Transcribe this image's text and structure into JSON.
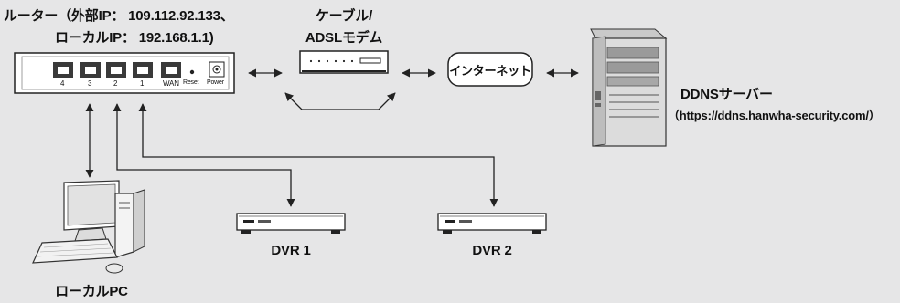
{
  "router": {
    "line1": "ルーター（外部IP： 109.112.92.133、",
    "line2": "ローカルIP： 192.168.1.1)",
    "ports": [
      "4",
      "3",
      "2",
      "1",
      "WAN",
      "Reset",
      "Power"
    ]
  },
  "modem": {
    "line1": "ケーブル/",
    "line2": "ADSLモデム"
  },
  "internet": {
    "label": "インターネット"
  },
  "server": {
    "name": "DDNSサーバー",
    "url": "（https://ddns.hanwha-security.com/）"
  },
  "dvr1": {
    "label": "DVR 1"
  },
  "dvr2": {
    "label": "DVR 2"
  },
  "pc": {
    "label": "ローカルPC"
  }
}
